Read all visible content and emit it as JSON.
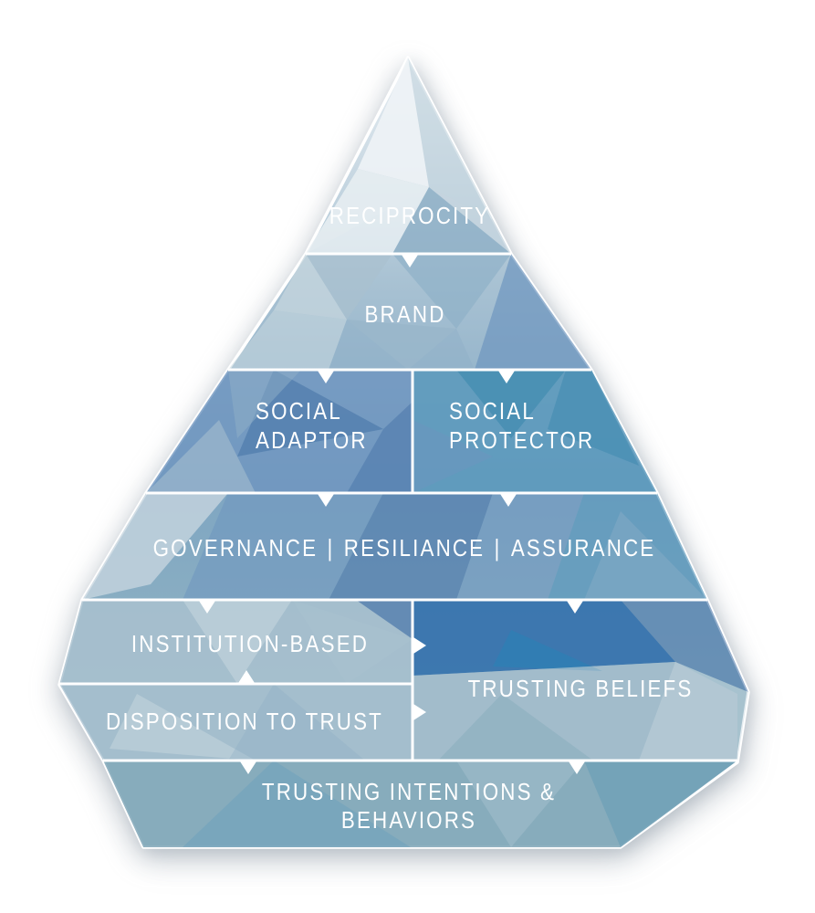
{
  "colors": {
    "c-text": "#ffffff",
    "c-line": "#ffffff",
    "c-pale": "#eef3f6",
    "c-light": "#c5d5de",
    "c-mist": "#a9c1cf",
    "c-steel": "#8fb0c7",
    "c-blue": "#6e95bf",
    "c-slate": "#4f7aab",
    "c-royal": "#2f6dac",
    "c-azure": "#2c80b5",
    "c-teal": "#5b99bc",
    "c-tealdeep": "#3c88ad",
    "c-seafoam": "#86abbb"
  },
  "pyramid": {
    "layers": {
      "reciprocity": {
        "label": "RECIPROCITY"
      },
      "brand": {
        "label": "BRAND"
      },
      "social_adaptor": {
        "line1": "SOCIAL",
        "line2": "ADAPTOR"
      },
      "social_protector": {
        "line1": "SOCIAL",
        "line2": "PROTECTOR"
      },
      "governance_band": {
        "items": [
          "GOVERNANCE",
          "RESILIANCE",
          "ASSURANCE"
        ],
        "separator": "|"
      },
      "institution_based": {
        "label": "INSTITUTION-BASED"
      },
      "trusting_beliefs": {
        "label": "TRUSTING BELIEFS"
      },
      "disposition_to_trust": {
        "label": "DISPOSITION TO TRUST"
      },
      "trusting_intentions": {
        "line1": "TRUSTING INTENTIONS &",
        "line2": "BEHAVIORS"
      }
    }
  }
}
